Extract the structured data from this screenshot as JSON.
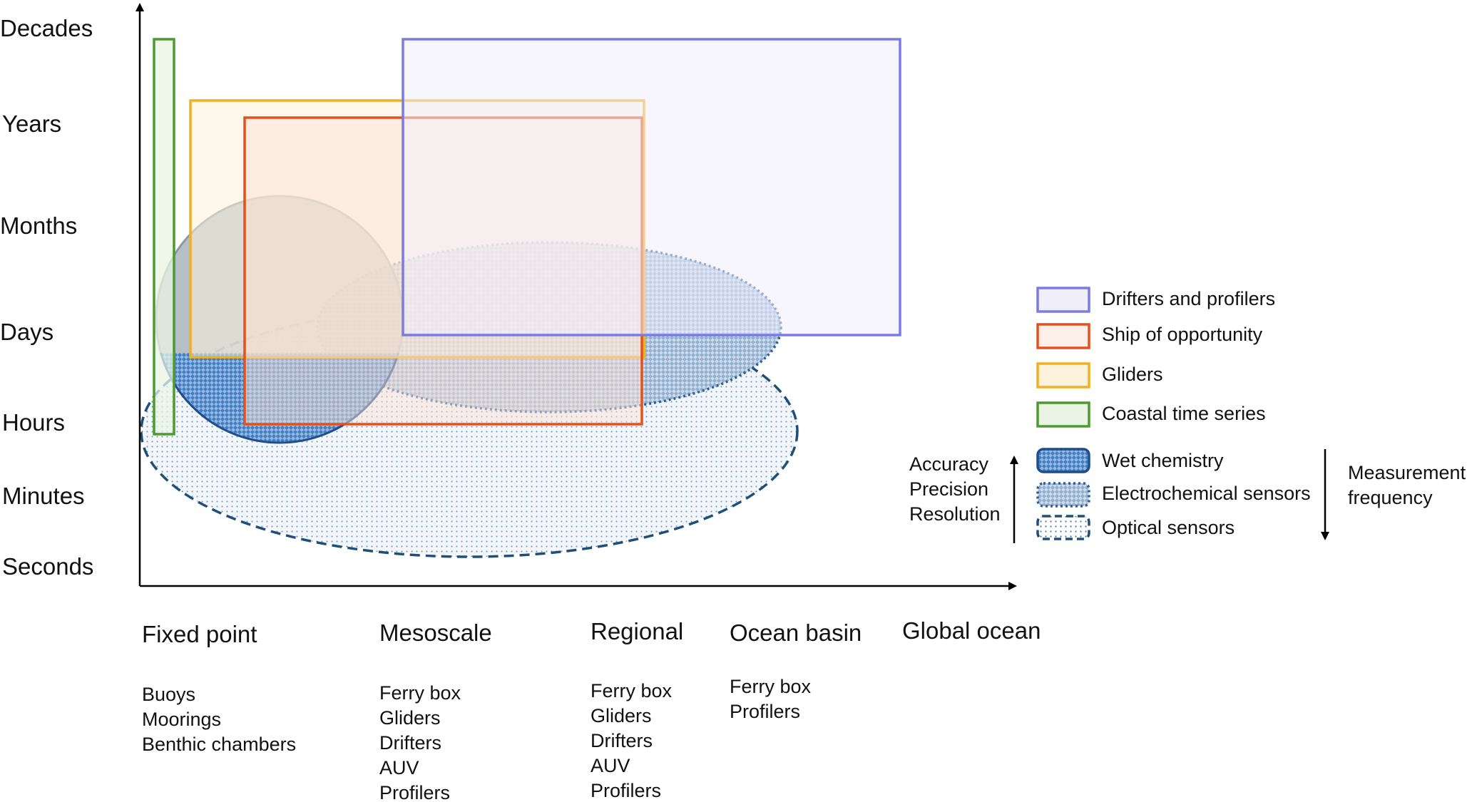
{
  "y_axis": {
    "labels": [
      "Decades",
      "Years",
      "Months",
      "Days",
      "Hours",
      "Minutes",
      "Seconds"
    ]
  },
  "x_axis": {
    "categories": [
      {
        "label": "Fixed point",
        "platforms": [
          "Buoys",
          "Moorings",
          "Benthic chambers"
        ]
      },
      {
        "label": "Mesoscale",
        "platforms": [
          "Ferry box",
          "Gliders",
          "Drifters",
          "AUV",
          "Profilers"
        ]
      },
      {
        "label": "Regional",
        "platforms": [
          "Ferry box",
          "Gliders",
          "Drifters",
          "AUV",
          "Profilers"
        ]
      },
      {
        "label": "Ocean basin",
        "platforms": [
          "Ferry box",
          "Profilers"
        ]
      },
      {
        "label": "Global ocean",
        "platforms": []
      }
    ]
  },
  "platform_legend": [
    {
      "id": "drifters",
      "label": "Drifters and profilers",
      "stroke": "#7B7BE8",
      "fill": "#F1EEFC"
    },
    {
      "id": "ship",
      "label": "Ship of opportunity",
      "stroke": "#E5501B",
      "fill": "#FCE6DD"
    },
    {
      "id": "gliders",
      "label": "Gliders",
      "stroke": "#F0B020",
      "fill": "#FDF3DC"
    },
    {
      "id": "coastal",
      "label": "Coastal time series",
      "stroke": "#4E9A2E",
      "fill": "#EAF4E4"
    }
  ],
  "sensor_legend": [
    {
      "id": "wet",
      "label": "Wet chemistry",
      "stroke": "#1F4E8C",
      "fill": "#3E7CC3"
    },
    {
      "id": "electro",
      "label": "Electrochemical sensors",
      "stroke": "#2E5F94",
      "fill": "#7E9FC4"
    },
    {
      "id": "optical",
      "label": "Optical sensors",
      "stroke": "#1F4E79",
      "fill": "#DCE7F4"
    }
  ],
  "left_arrow_labels": [
    "Accuracy",
    "Precision",
    "Resolution"
  ],
  "right_arrow_labels": [
    "Measurement",
    "frequency"
  ],
  "colors": {
    "axis": "#000000",
    "grey_circle": "#A9B4BC"
  }
}
